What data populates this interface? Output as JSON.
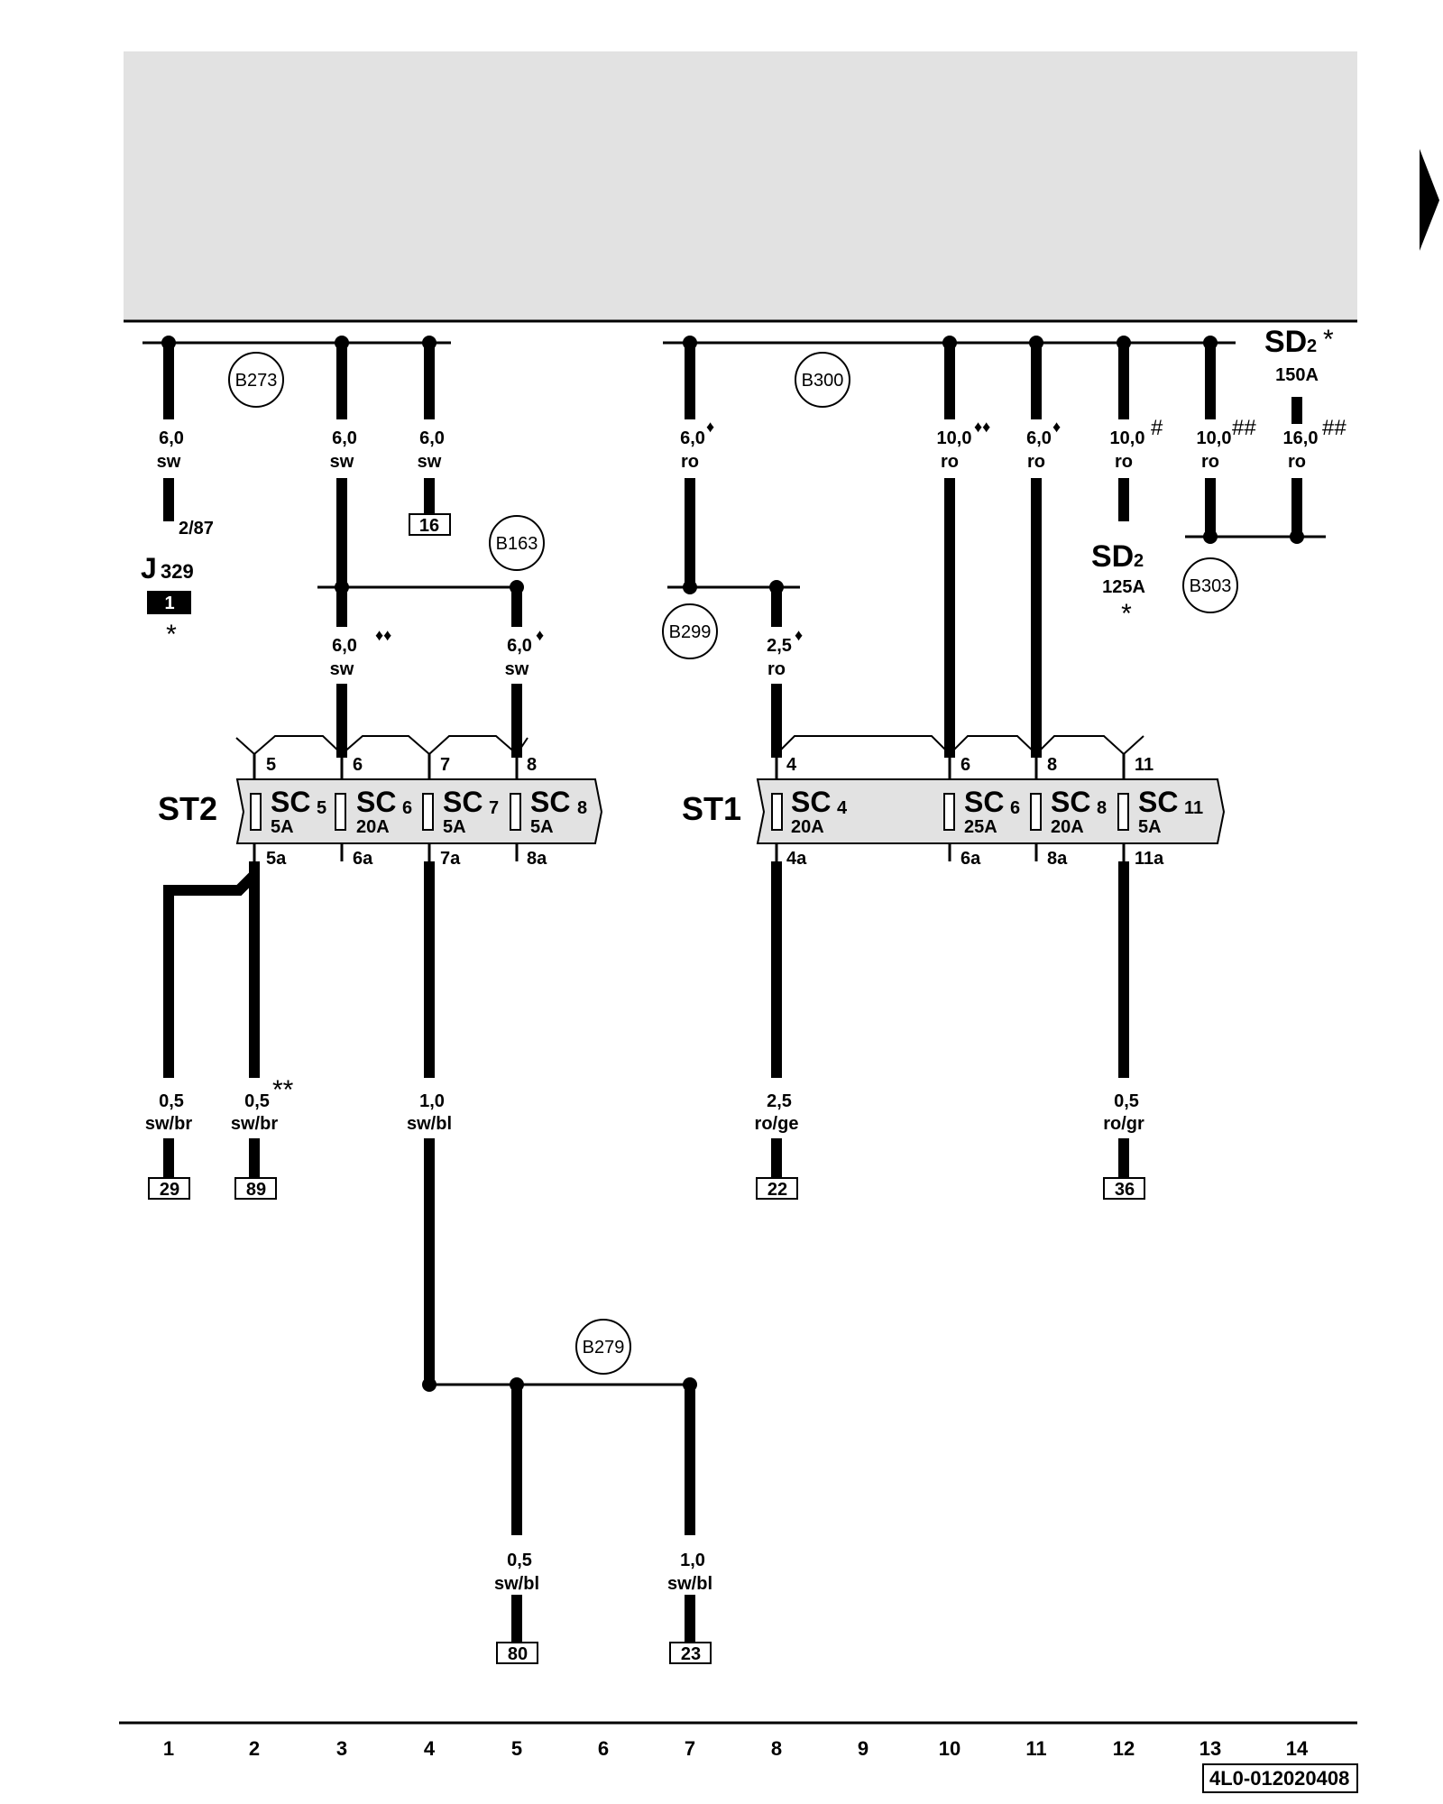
{
  "wires": {
    "w1": {
      "size": "6,0",
      "color": "sw",
      "mark": ""
    },
    "w3a": {
      "size": "6,0",
      "color": "sw",
      "mark": ""
    },
    "w4a": {
      "size": "6,0",
      "color": "sw",
      "mark": ""
    },
    "w3b": {
      "size": "6,0",
      "color": "sw",
      "mark": "♦♦"
    },
    "w5b": {
      "size": "6,0",
      "color": "sw",
      "mark": "♦"
    },
    "w7a": {
      "size": "6,0",
      "color": "ro",
      "mark": "♦"
    },
    "w8": {
      "size": "2,5",
      "color": "ro",
      "mark": "♦"
    },
    "w10": {
      "size": "10,0",
      "color": "ro",
      "mark": "♦♦"
    },
    "w11": {
      "size": "6,0",
      "color": "ro",
      "mark": "♦"
    },
    "w12": {
      "size": "10,0",
      "color": "ro",
      "mark": "#"
    },
    "w13": {
      "size": "10,0",
      "color": "ro",
      "mark": "##"
    },
    "w14": {
      "size": "16,0",
      "color": "ro",
      "mark": "##"
    },
    "b1": {
      "size": "0,5",
      "color": "sw/br",
      "mark": ""
    },
    "b2": {
      "size": "0,5",
      "color": "sw/br",
      "mark": "**"
    },
    "b4": {
      "size": "1,0",
      "color": "sw/bl",
      "mark": ""
    },
    "b8": {
      "size": "2,5",
      "color": "ro/ge",
      "mark": ""
    },
    "b12": {
      "size": "0,5",
      "color": "ro/gr",
      "mark": ""
    },
    "b5": {
      "size": "0,5",
      "color": "sw/bl",
      "mark": ""
    },
    "b7": {
      "size": "1,0",
      "color": "sw/bl",
      "mark": ""
    }
  },
  "connectors": {
    "b273": "B273",
    "b163": "B163",
    "b300": "B300",
    "b299": "B299",
    "b303": "B303",
    "b279": "B279"
  },
  "terminals": {
    "t16": "16",
    "t29": "29",
    "t89": "89",
    "t22": "22",
    "t36": "36",
    "t80": "80",
    "t23": "23"
  },
  "relay": {
    "name_main": "J",
    "name_sub": "329",
    "pin": "2/87",
    "box_label": "1",
    "note": "*"
  },
  "sd2_top": {
    "name": "SD",
    "sub": "2",
    "star": "*",
    "rating": "150A"
  },
  "sd2_mid": {
    "name": "SD",
    "sub": "2",
    "rating": "125A",
    "star": "*"
  },
  "st2": {
    "label": "ST2",
    "pins_top": [
      "5",
      "6",
      "7",
      "8"
    ],
    "pins_bottom": [
      "5a",
      "6a",
      "7a",
      "8a"
    ],
    "fuses": [
      {
        "name": "SC",
        "sub": "5",
        "rating": "5A"
      },
      {
        "name": "SC",
        "sub": "6",
        "rating": "20A"
      },
      {
        "name": "SC",
        "sub": "7",
        "rating": "5A"
      },
      {
        "name": "SC",
        "sub": "8",
        "rating": "5A"
      }
    ]
  },
  "st1": {
    "label": "ST1",
    "pins_top": [
      "4",
      "6",
      "8",
      "11"
    ],
    "pins_bottom": [
      "4a",
      "6a",
      "8a",
      "11a"
    ],
    "fuses": [
      {
        "name": "SC",
        "sub": "4",
        "rating": "20A"
      },
      {
        "name": "SC",
        "sub": "6",
        "rating": "25A"
      },
      {
        "name": "SC",
        "sub": "8",
        "rating": "20A"
      },
      {
        "name": "SC",
        "sub": "11",
        "rating": "5A"
      }
    ]
  },
  "grid": [
    "1",
    "2",
    "3",
    "4",
    "5",
    "6",
    "7",
    "8",
    "9",
    "10",
    "11",
    "12",
    "13",
    "14"
  ],
  "doc_id": "4L0-012020408"
}
